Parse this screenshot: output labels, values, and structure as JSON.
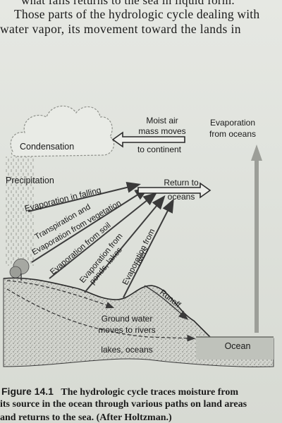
{
  "header": {
    "cut_line": "what falls returns to the sea in liquid form.",
    "intro_line1": "Those parts of the hydrologic cycle dealing with",
    "intro_line2": "water vapor, its movement toward the lands in"
  },
  "diagram": {
    "condensation": "Condensation",
    "precipitation": "Precipitation",
    "moist_air_line1": "Moist air",
    "moist_air_line2": "mass moves",
    "moist_air_line3": "to continent",
    "evap_oceans_line1": "Evaporation",
    "evap_oceans_line2": "from oceans",
    "return_line1": "Return to",
    "return_line2": "oceans",
    "evap_falling": "Evaporation in falling",
    "transpiration_line1": "Transpiration and",
    "transpiration_line2": "Evaporation from vegetation",
    "evap_soil": "Evaporation from soil",
    "evap_ponds_line1": "Evaporation from",
    "evap_ponds_line2": "ponds, lakes",
    "evap_rivers_line1": "Evaporation from",
    "evap_rivers_line2": "rivers",
    "runoff": "Runoff",
    "ground_water_line1": "Ground water",
    "ground_water_line2": "moves to rivers",
    "lakes_oceans": "lakes, oceans",
    "ocean": "Ocean"
  },
  "caption": {
    "figure": "Figure 14.1",
    "line1": "The hydrologic cycle traces moisture from",
    "line2": "its source in the ocean through various paths on land areas",
    "line3": "and returns to the sea. (After Holtzman.)"
  }
}
